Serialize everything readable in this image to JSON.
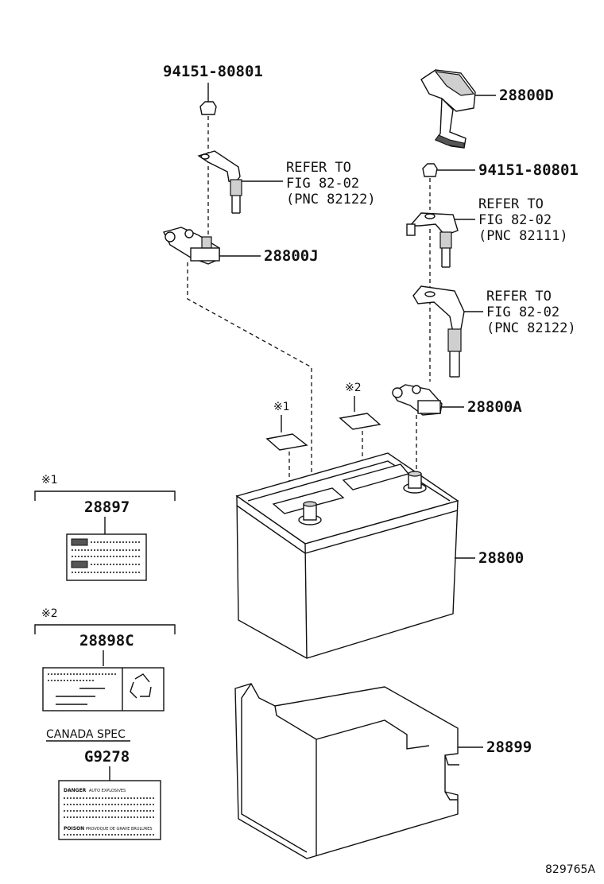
{
  "parts": {
    "nut_top_left": "94151-80801",
    "terminal_cover": "28800D",
    "nut_right": "94151-80801",
    "refer_1": {
      "line1": "REFER TO",
      "line2": "FIG 82-02",
      "line3": "(PNC 82122)"
    },
    "refer_2": {
      "line1": "REFER TO",
      "line2": "FIG 82-02",
      "line3": "(PNC 82111)"
    },
    "refer_3": {
      "line1": "REFER TO",
      "line2": "FIG 82-02",
      "line3": "(PNC 82122)"
    },
    "clamp_j": "28800J",
    "clamp_a": "28800A",
    "battery": "28800",
    "tray": "28899"
  },
  "notes": {
    "mark_1": "※1",
    "mark_2": "※2",
    "label_1_part": "28897",
    "label_2_part": "28898C",
    "canada_spec": "CANADA SPEC",
    "canada_part": "G9278",
    "danger_text": "DANGER",
    "poison_text": "POISON",
    "danger_small": "AUTO EXPLOSIVES",
    "poison_small": "PROVOQUE DE GRAVE BRULURES"
  },
  "footer": {
    "figure_id": "829765A"
  },
  "colors": {
    "ink": "#111111",
    "background": "#ffffff",
    "shade": "#cfcfcf"
  }
}
